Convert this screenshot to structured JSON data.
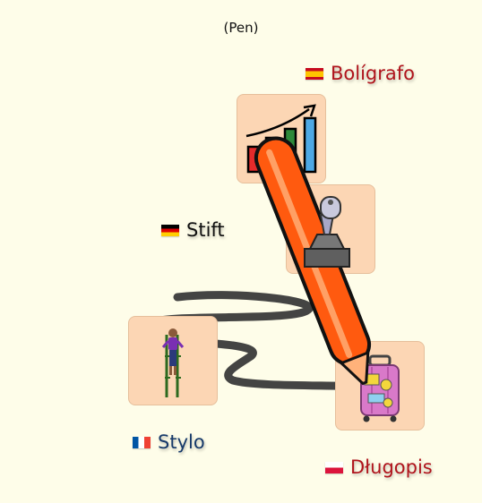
{
  "title": "(Pen)",
  "labels": {
    "es": {
      "text": "Bolígrafo",
      "color": "#b0141c",
      "flag": "spain-flag"
    },
    "de": {
      "text": "Stift",
      "color": "#111111",
      "flag": "germany-flag"
    },
    "fr": {
      "text": "Stylo",
      "color": "#173a6a",
      "flag": "france-flag"
    },
    "pl": {
      "text": "Długopis",
      "color": "#b0141c",
      "flag": "poland-flag"
    }
  },
  "cards": [
    {
      "icon": "bar-chart-icon"
    },
    {
      "icon": "joystick-icon"
    },
    {
      "icon": "stilts-person-icon"
    },
    {
      "icon": "suitcase-icon"
    }
  ],
  "colors": {
    "background": "#fefde9",
    "card": "#fcd6b4",
    "pen": "#ff5a0f",
    "ink": "#3a3a3a"
  }
}
